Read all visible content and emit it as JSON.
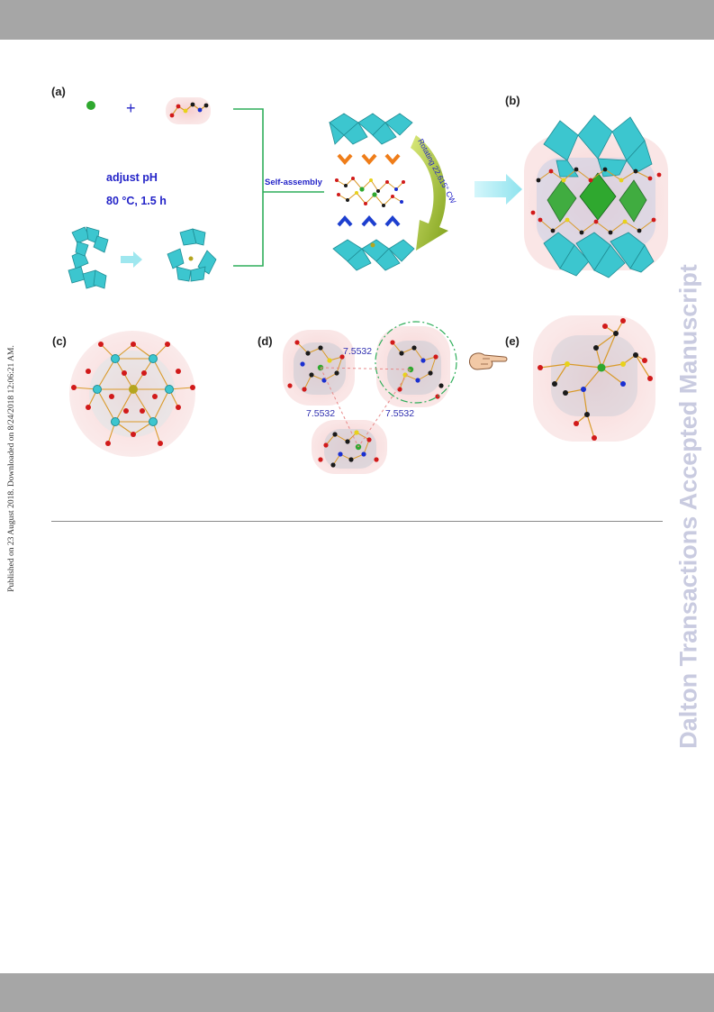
{
  "header_bar_color": "#a6a6a6",
  "side_text_left": "Published on 23 August 2018. Downloaded on 8/24/2018 12:06:21 AM.",
  "watermark": "Dalton Transactions Accepted Manuscript",
  "figure": {
    "panel_labels": {
      "a": "(a)",
      "b": "(b)",
      "c": "(c)",
      "d": "(d)",
      "e": "(e)"
    },
    "plus_sign": "+",
    "conditions_line1": "adjust pH",
    "conditions_line2": "80 °C, 1.5 h",
    "self_assembly": "Self-assembly",
    "rotation": "Rotating 22.615° CW",
    "distances": [
      "7.5532",
      "7.5532",
      "7.5532"
    ],
    "colors": {
      "polyhedra": "#3cc6cf",
      "green_center": "#2fa82f",
      "oxygen": "#d11a1a",
      "carbon": "#1a1a1a",
      "nitrogen": "#1a2fd0",
      "sulfur": "#e8d21a",
      "bond": "#d99a2a",
      "text_blue": "#2424c8",
      "arrow_orange": "#ef7d19",
      "arrow_blue": "#1d3fcf",
      "line_green": "#2fae5a"
    },
    "icons": [
      "pointing-hand-icon",
      "curved-arrow-icon",
      "block-arrow-icon"
    ]
  }
}
